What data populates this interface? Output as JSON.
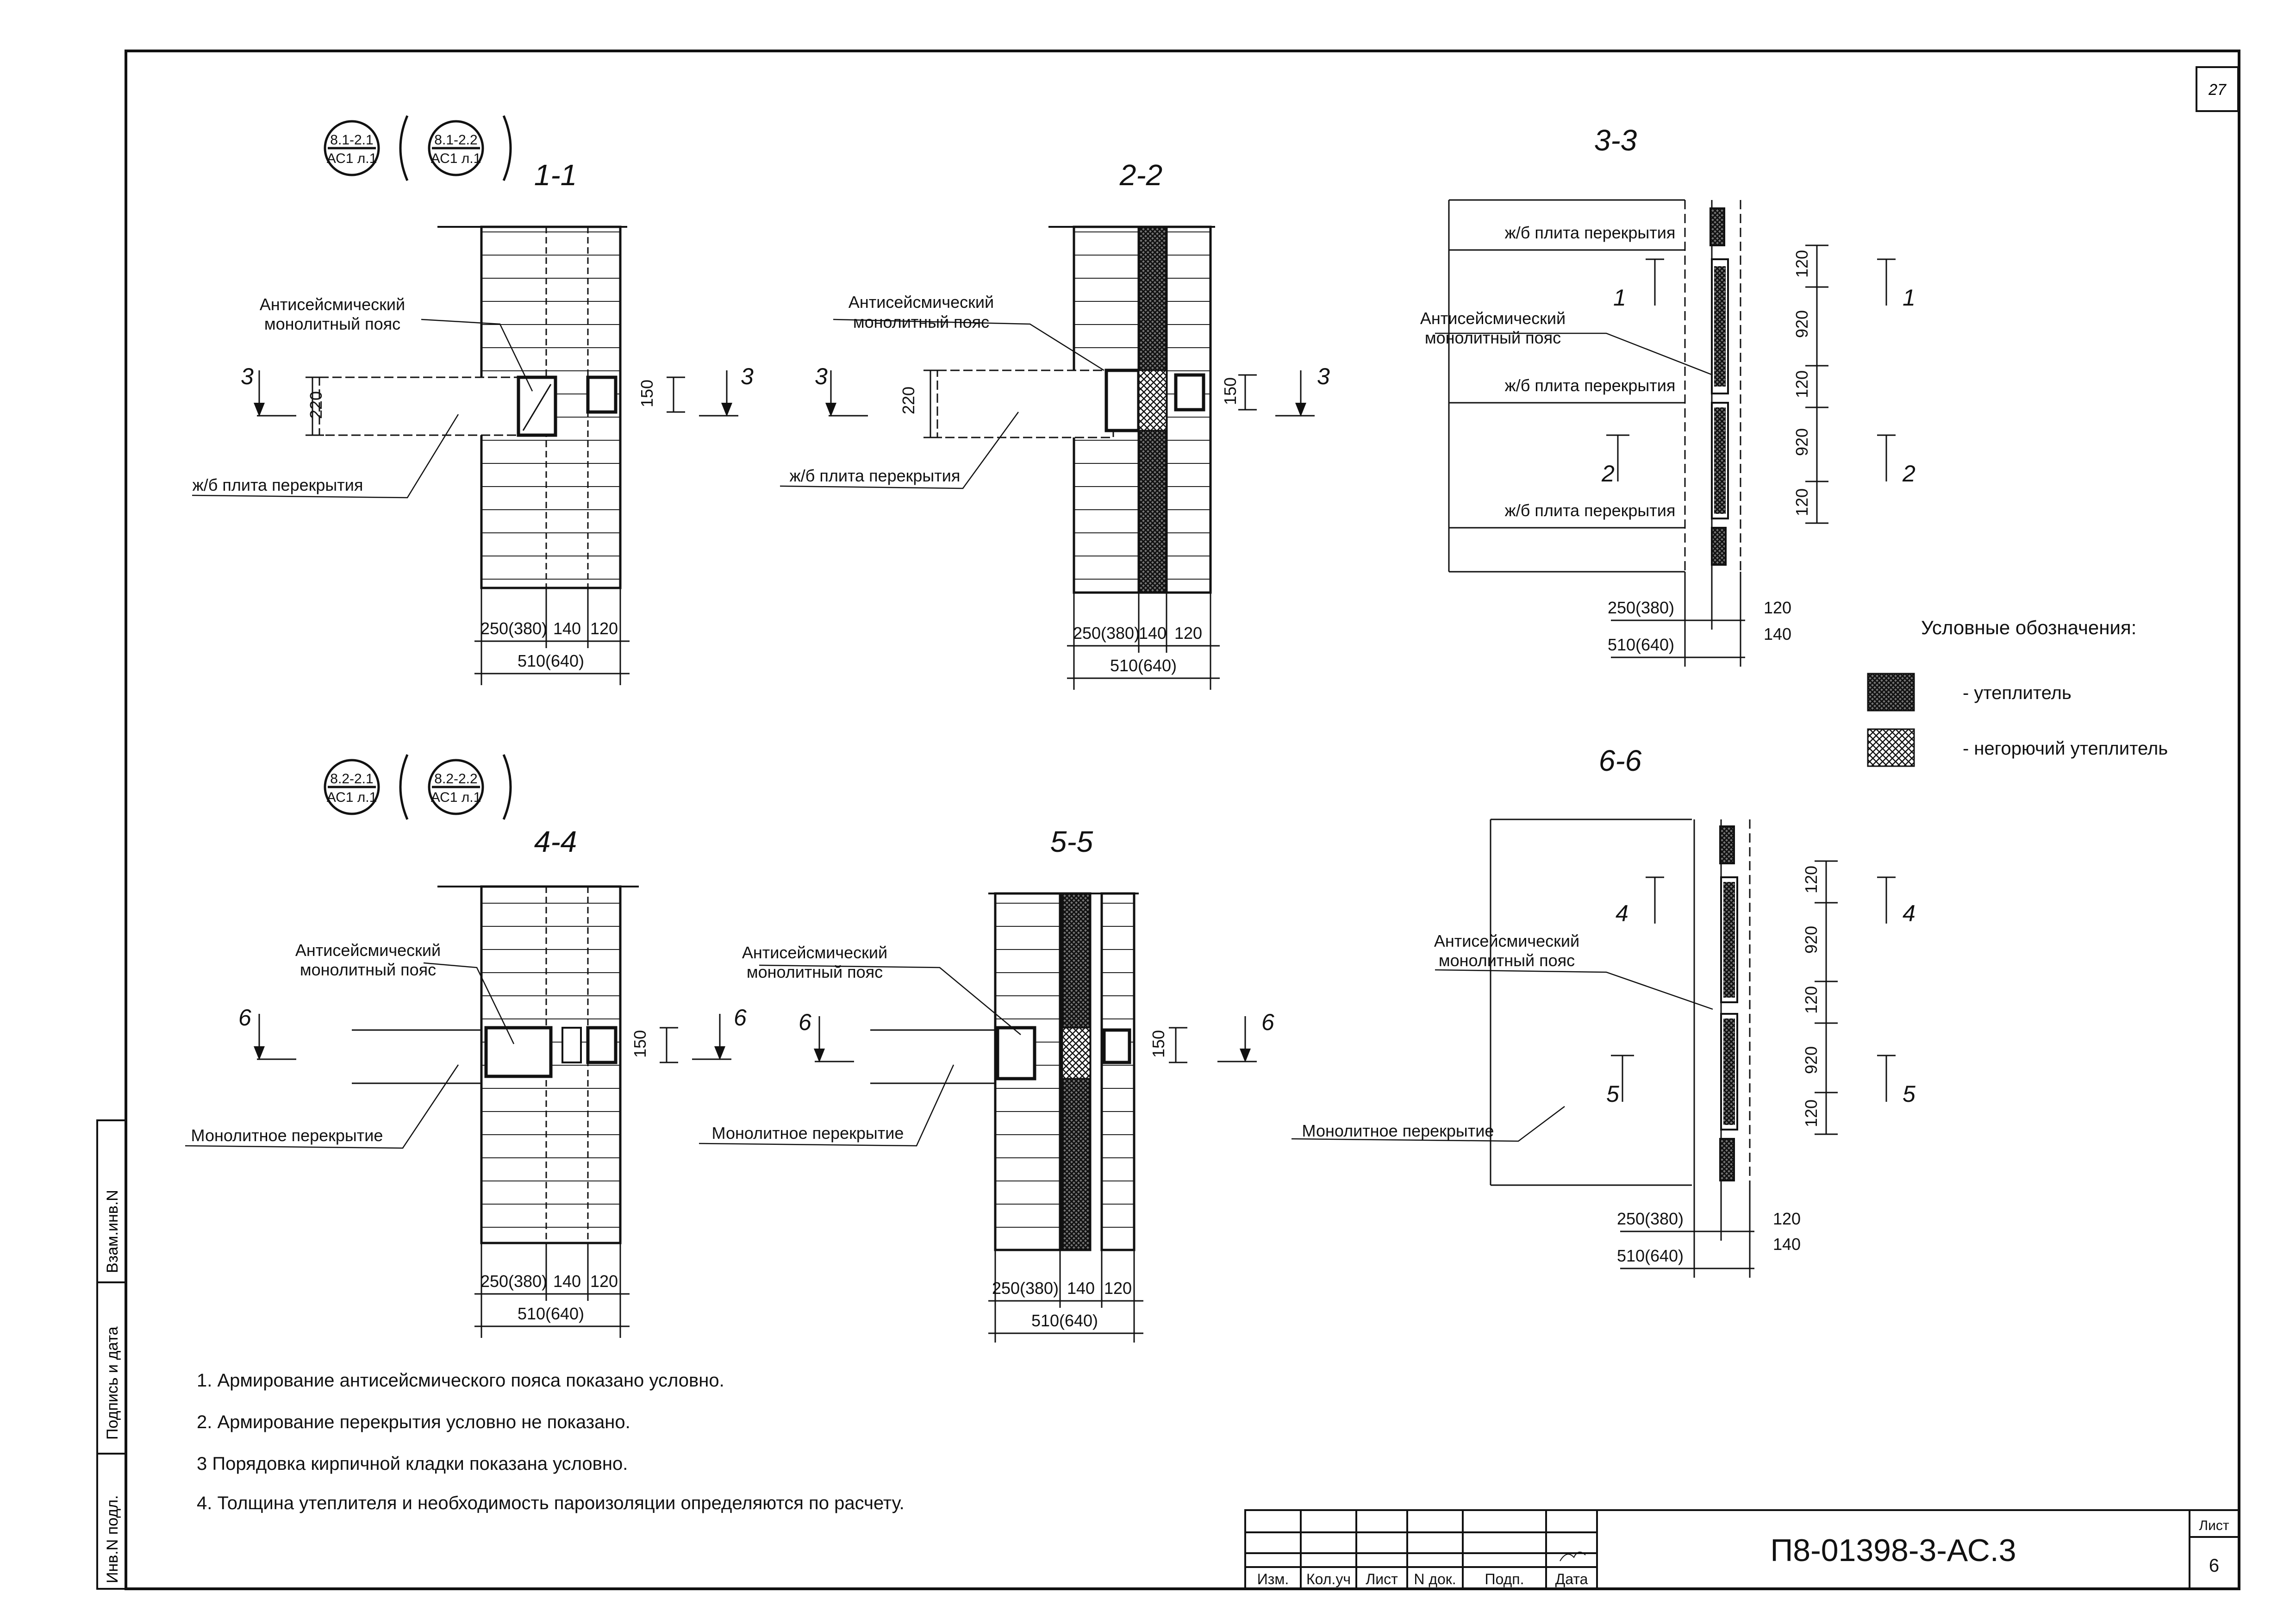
{
  "sheet": {
    "page_corner_number": "27",
    "document_code": "П8-01398-3-АС.3",
    "sheet_label": "Лист",
    "sheet_number": "6",
    "title_block_headers": [
      "Изм.",
      "Кол.уч",
      "Лист",
      "N док.",
      "Подп.",
      "Дата"
    ],
    "side_stamp": [
      "Инв.N подл.",
      "Подпись и дата",
      "Взам.инв.N"
    ]
  },
  "references": {
    "top": [
      {
        "num": "8.1-2.1",
        "sub": "АС1 л.1"
      },
      {
        "num": "8.1-2.2",
        "sub": "АС1 л.1"
      }
    ],
    "bottom": [
      {
        "num": "8.2-2.1",
        "sub": "АС1 л.1"
      },
      {
        "num": "8.2-2.2",
        "sub": "АС1 л.1"
      }
    ]
  },
  "sections": {
    "s11": {
      "title": "1-1",
      "belt": "Антисейсмический",
      "belt2": "монолитный пояс",
      "slab": "ж/б плита перекрытия",
      "cut": "3",
      "h_slab": "220",
      "h_belt": "150",
      "dims": [
        "250(380)",
        "140",
        "120"
      ],
      "total": "510(640)"
    },
    "s22": {
      "title": "2-2",
      "belt": "Антисейсмический",
      "belt2": "монолитный пояс",
      "slab": "ж/б плита перекрытия",
      "cut": "3",
      "h_slab": "220",
      "h_belt": "150",
      "dims": [
        "250(380)",
        "140",
        "120"
      ],
      "total": "510(640)"
    },
    "s33": {
      "title": "3-3",
      "slab": "ж/б плита перекрытия",
      "belt": "Антисейсмический",
      "belt2": "монолитный пояс",
      "cut_a": "1",
      "cut_b": "2",
      "vdims": [
        "120",
        "920",
        "120",
        "920",
        "120"
      ],
      "dim_a": "250(380)",
      "dim_b": "120",
      "dim_c": "510(640)",
      "dim_d": "140"
    },
    "s44": {
      "title": "4-4",
      "belt": "Антисейсмический",
      "belt2": "монолитный пояс",
      "slab": "Монолитное перекрытие",
      "cut": "6",
      "h_belt": "150",
      "dims": [
        "250(380)",
        "140",
        "120"
      ],
      "total": "510(640)"
    },
    "s55": {
      "title": "5-5",
      "belt": "Антисейсмический",
      "belt2": "монолитный пояс",
      "slab": "Монолитное перекрытие",
      "cut": "6",
      "h_belt": "150",
      "dims": [
        "250(380)",
        "140",
        "120"
      ],
      "total": "510(640)"
    },
    "s66": {
      "title": "6-6",
      "belt": "Антисейсмический",
      "belt2": "монолитный пояс",
      "slab": "Монолитное перекрытие",
      "cut_a": "4",
      "cut_b": "5",
      "vdims": [
        "120",
        "920",
        "120",
        "920",
        "120"
      ],
      "dim_a": "250(380)",
      "dim_b": "120",
      "dim_c": "510(640)",
      "dim_d": "140"
    }
  },
  "legend": {
    "title": "Условные обозначения:",
    "items": [
      {
        "label": "- утеплитель"
      },
      {
        "label": "- негорючий утеплитель"
      }
    ]
  },
  "notes": [
    "1. Армирование антисейсмического пояса показано условно.",
    "2. Армирование перекрытия условно не показано.",
    "3 Порядовка кирпичной кладки показана условно.",
    "4. Толщина утеплителя и необходимость пароизоляции определяются по расчету."
  ]
}
